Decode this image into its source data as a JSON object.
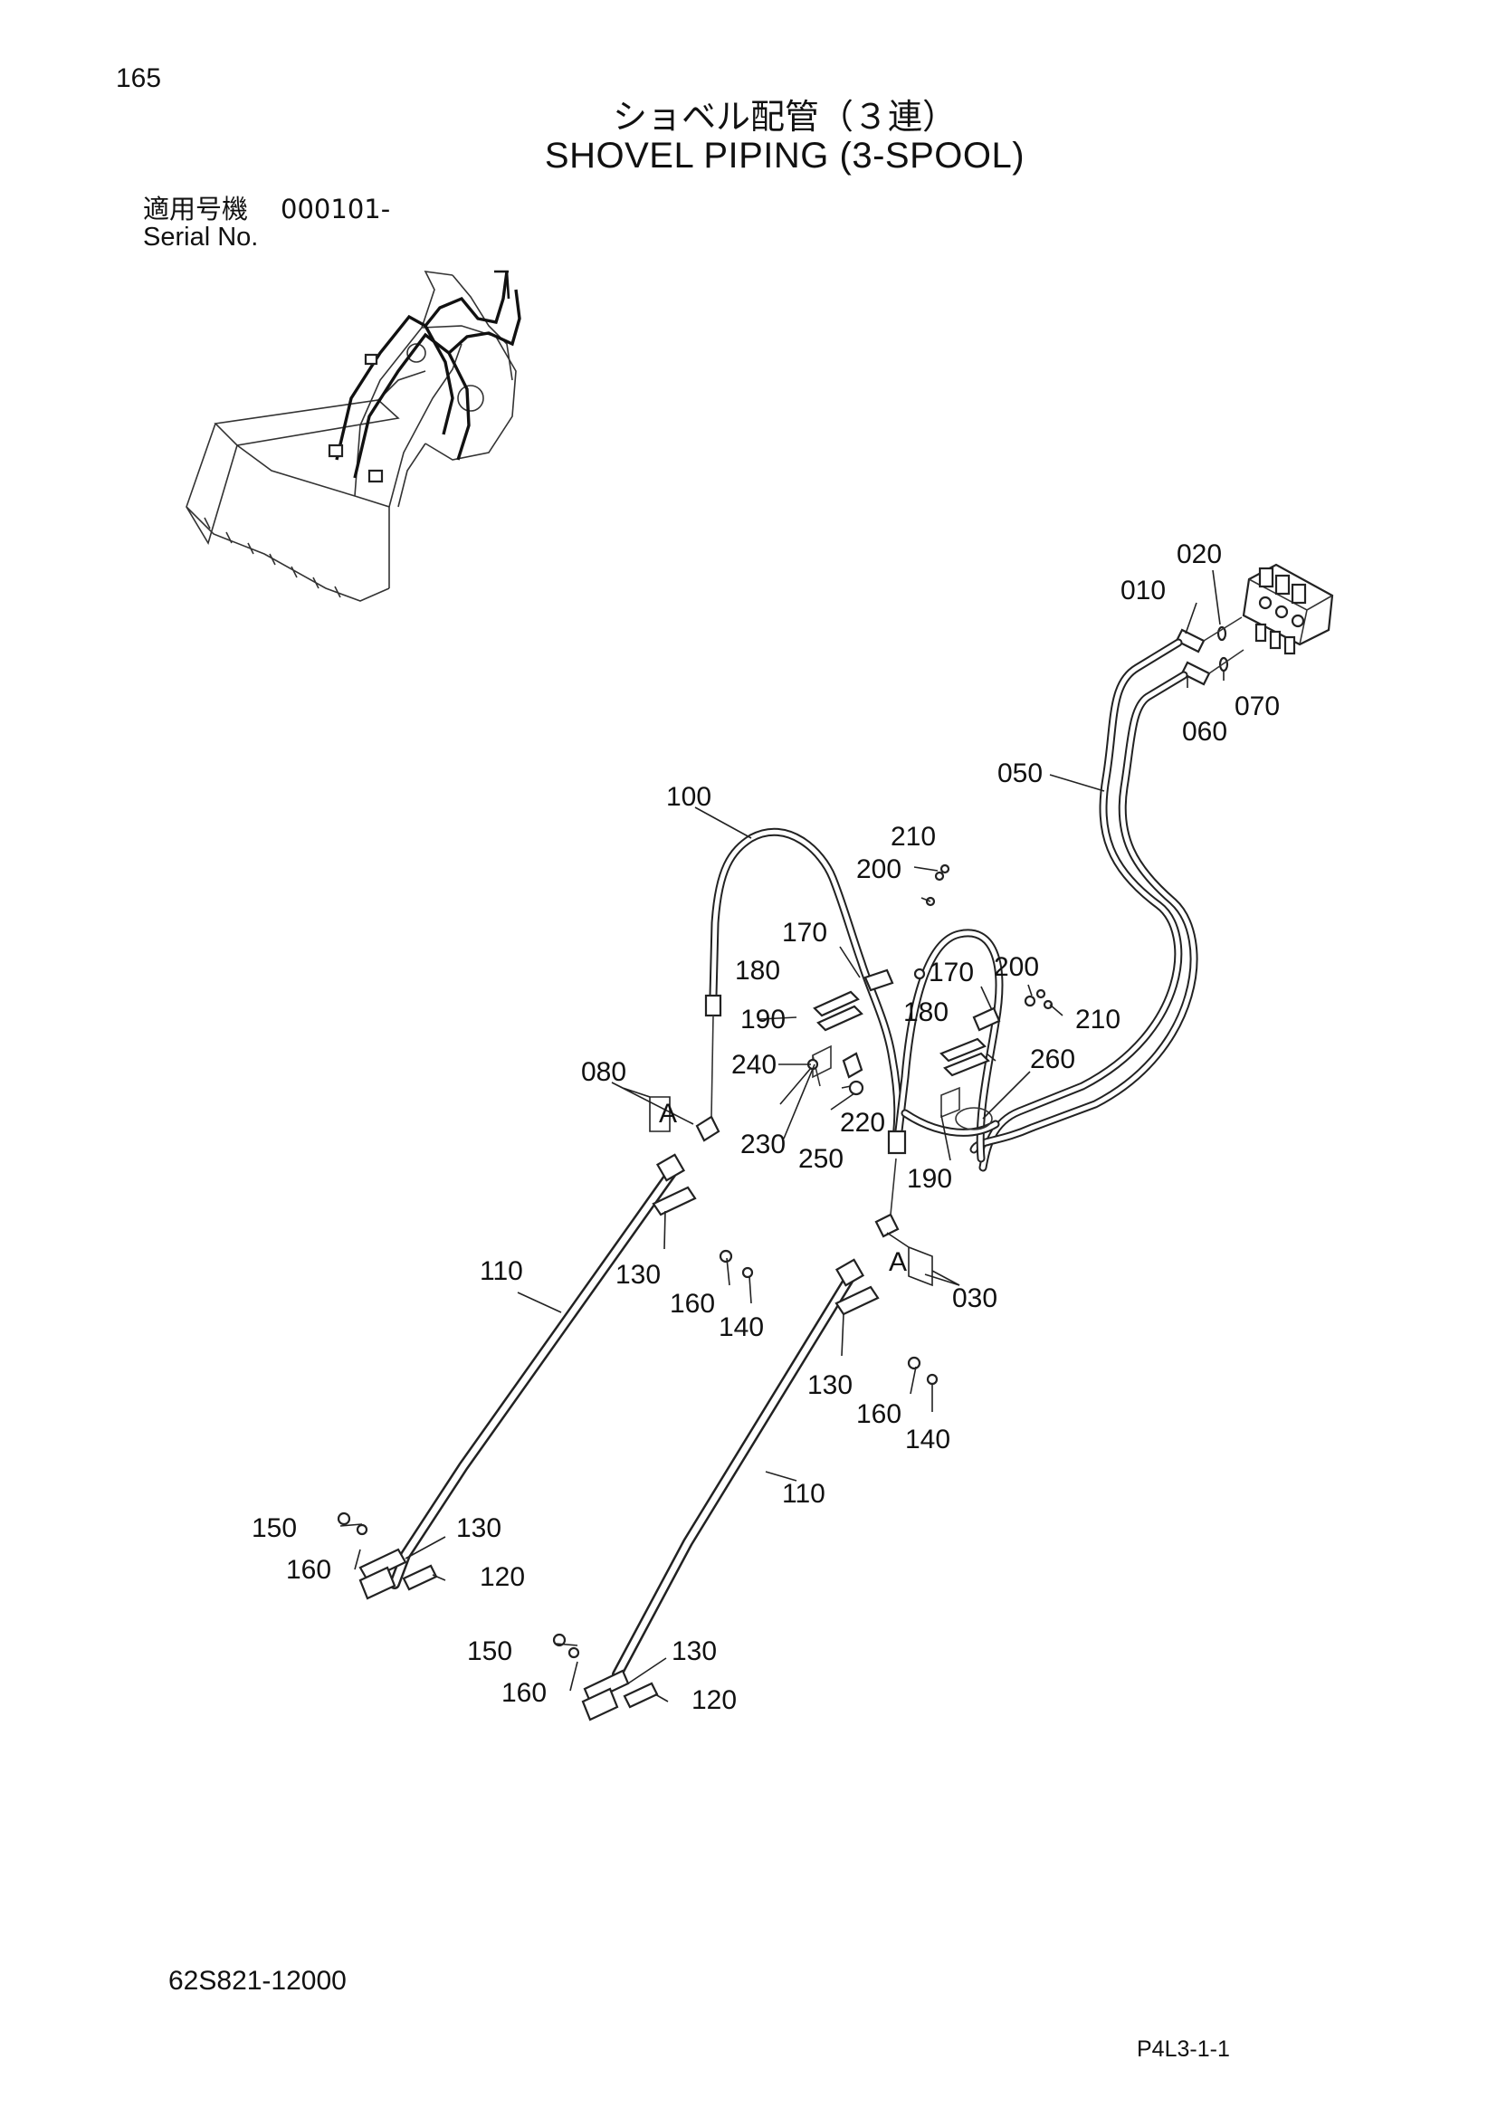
{
  "page_number": "165",
  "title_jp": "ショベル配管（３連）",
  "title_en": "SHOVEL PIPING (3-SPOOL)",
  "serial": {
    "label_jp": "適用号機",
    "value": "000101-",
    "label_en": "Serial No."
  },
  "callouts": {
    "c010": "010",
    "c020": "020",
    "c030": "030",
    "c050": "050",
    "c060": "060",
    "c070": "070",
    "c080": "080",
    "c100": "100",
    "c110a": "110",
    "c110b": "110",
    "c120a": "120",
    "c120b": "120",
    "c130a": "130",
    "c130b": "130",
    "c130c": "130",
    "c130d": "130",
    "c140a": "140",
    "c140b": "140",
    "c150a": "150",
    "c150b": "150",
    "c160a": "160",
    "c160b": "160",
    "c160c": "160",
    "c160d": "160",
    "c170a": "170",
    "c170b": "170",
    "c180a": "180",
    "c180b": "180",
    "c190a": "190",
    "c190b": "190",
    "c200a": "200",
    "c200b": "200",
    "c210a": "210",
    "c210b": "210",
    "c220": "220",
    "c230": "230",
    "c240": "240",
    "c250": "250",
    "c260": "260"
  },
  "view_marks": {
    "a1": "A",
    "a2": "A"
  },
  "drawing_code": "62S821-12000",
  "page_code": "P4L3-1-1"
}
